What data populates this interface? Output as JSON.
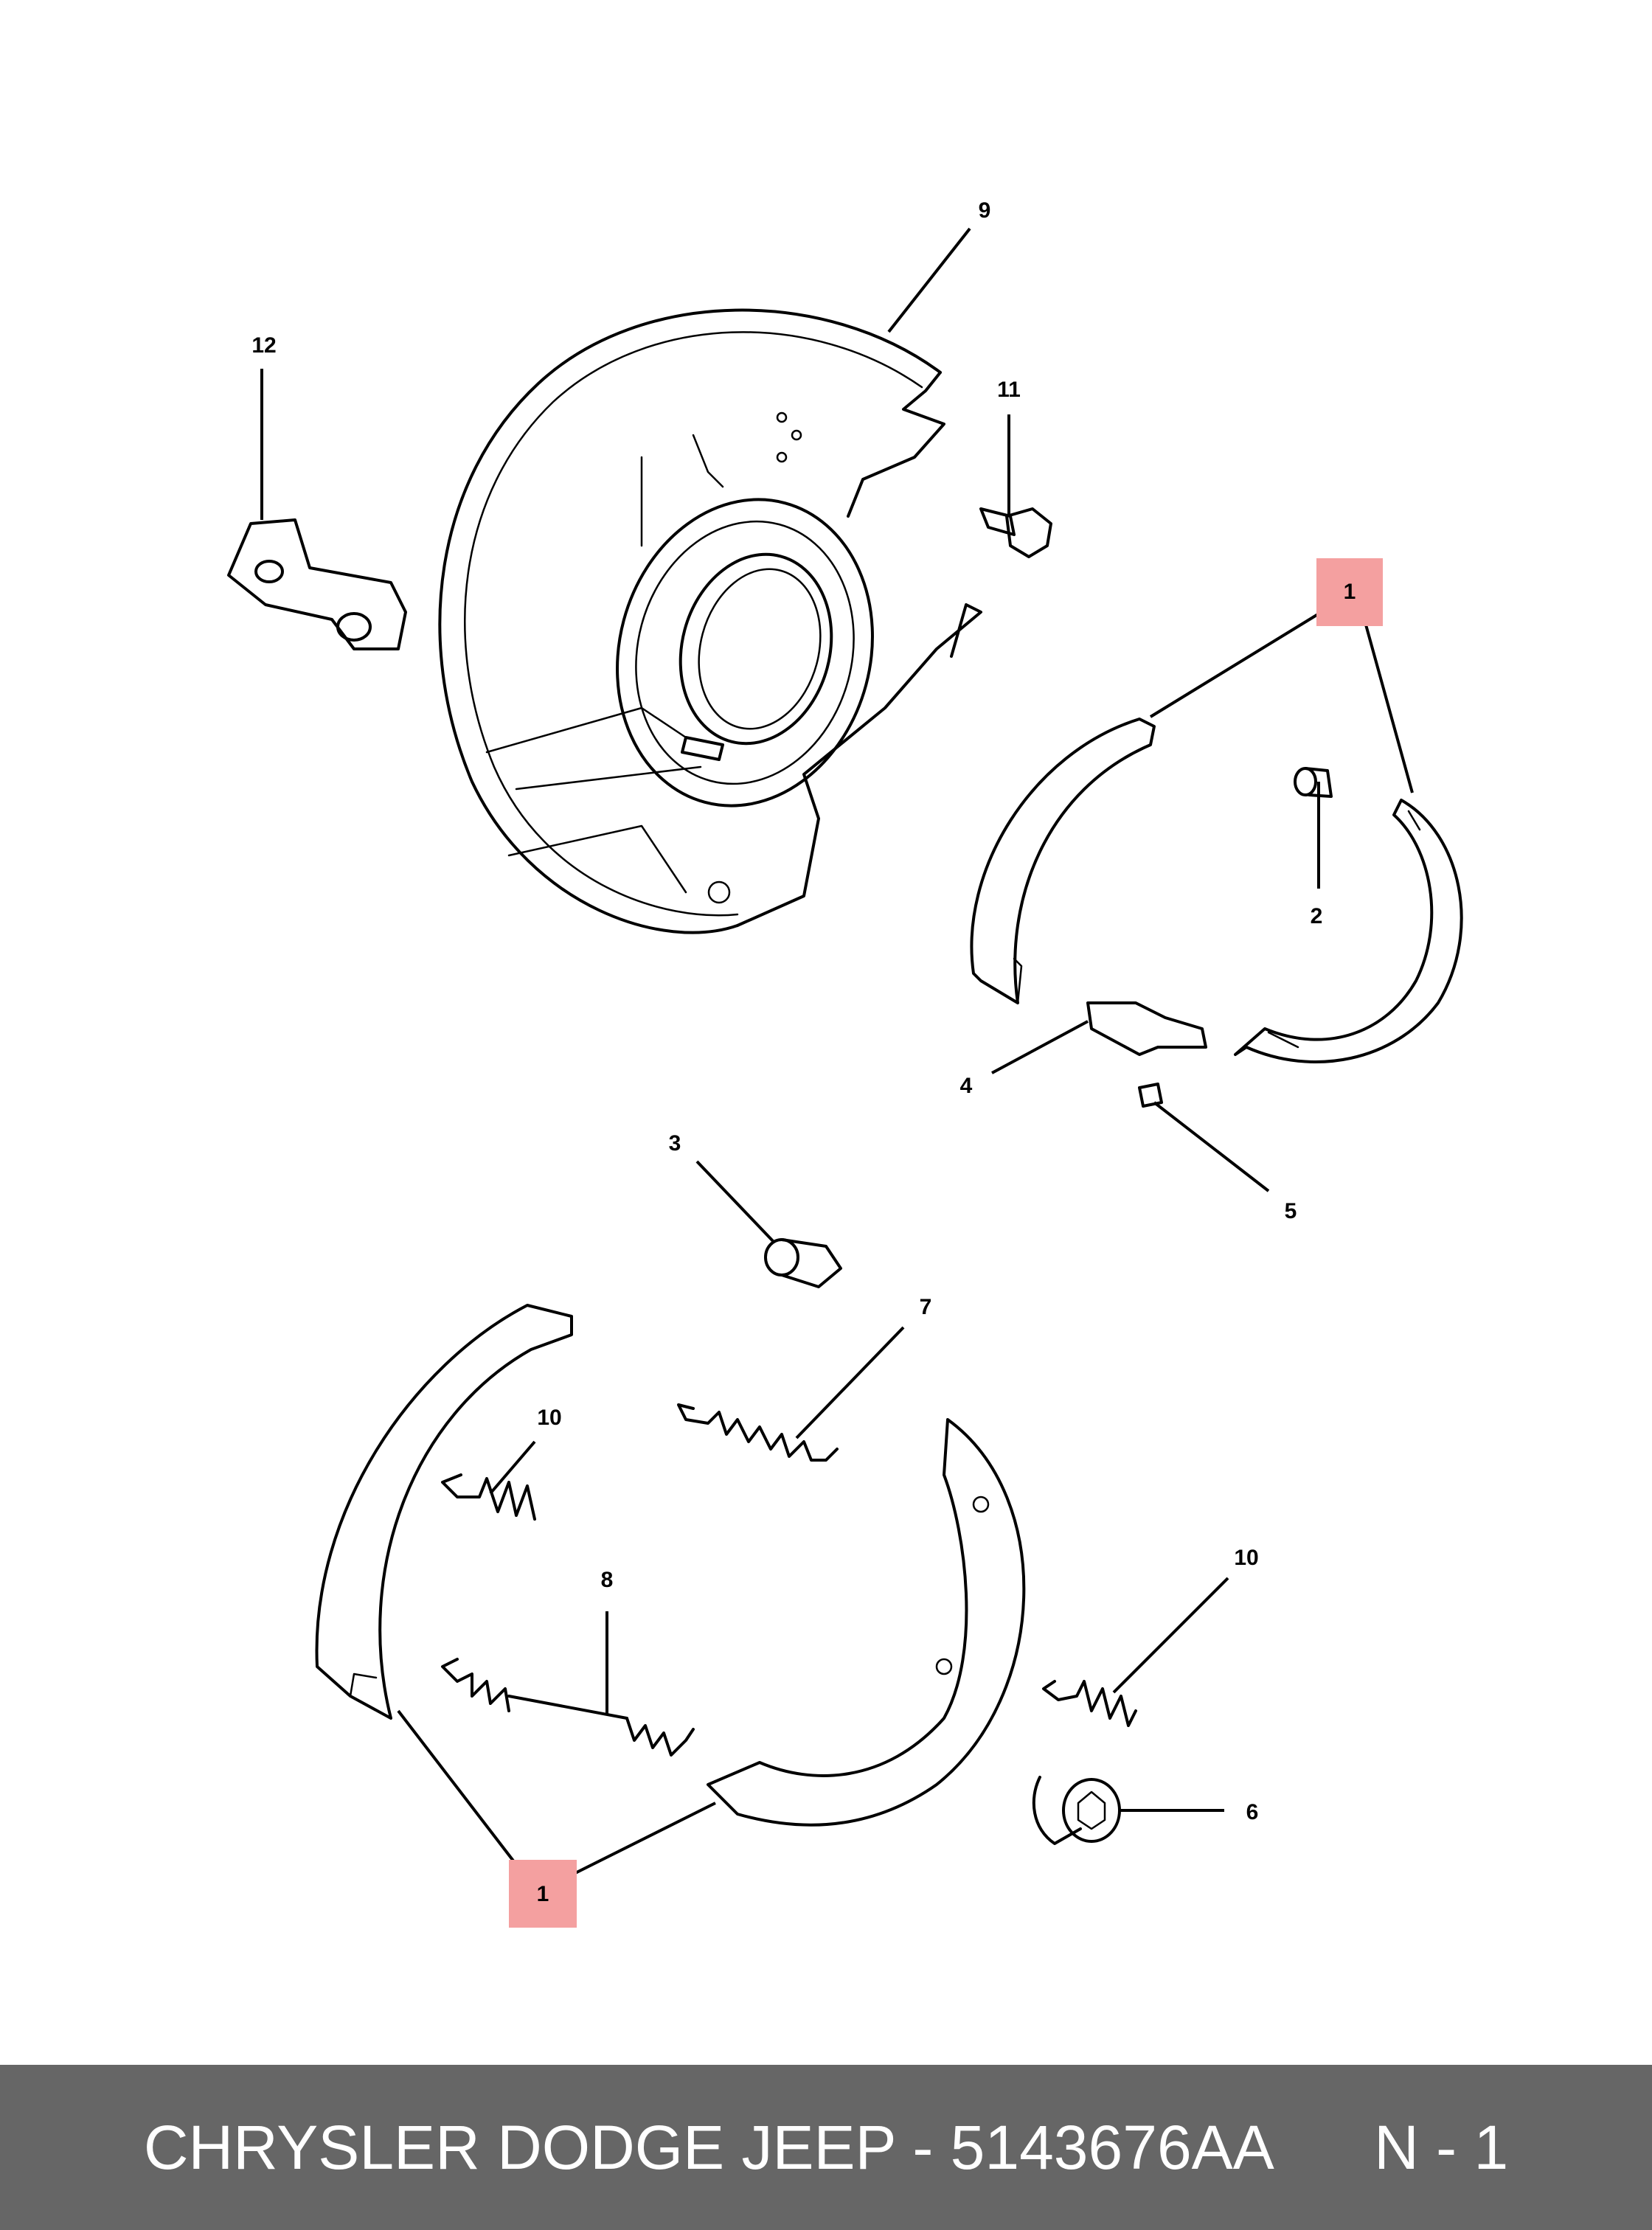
{
  "callouts": {
    "c1_top": "1",
    "c1_bottom": "1",
    "c2": "2",
    "c3": "3",
    "c4": "4",
    "c5": "5",
    "c6": "6",
    "c7": "7",
    "c8": "8",
    "c9": "9",
    "c10_left": "10",
    "c10_right": "10",
    "c11": "11",
    "c12": "12"
  },
  "highlight_color": "#f4a0a0",
  "footer": {
    "brand_and_part": "CHRYSLER DODGE JEEP - 5143676AA",
    "page_ref": "N - 1"
  }
}
